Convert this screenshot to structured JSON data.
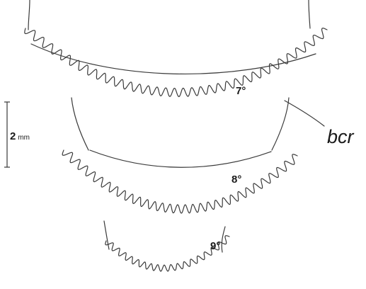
{
  "figure": {
    "segment_labels": {
      "seg7": "7°",
      "seg8": "8°",
      "seg9": "9°"
    },
    "scale_bar": {
      "value": "2",
      "unit": "mm"
    },
    "callout": "bcr"
  }
}
